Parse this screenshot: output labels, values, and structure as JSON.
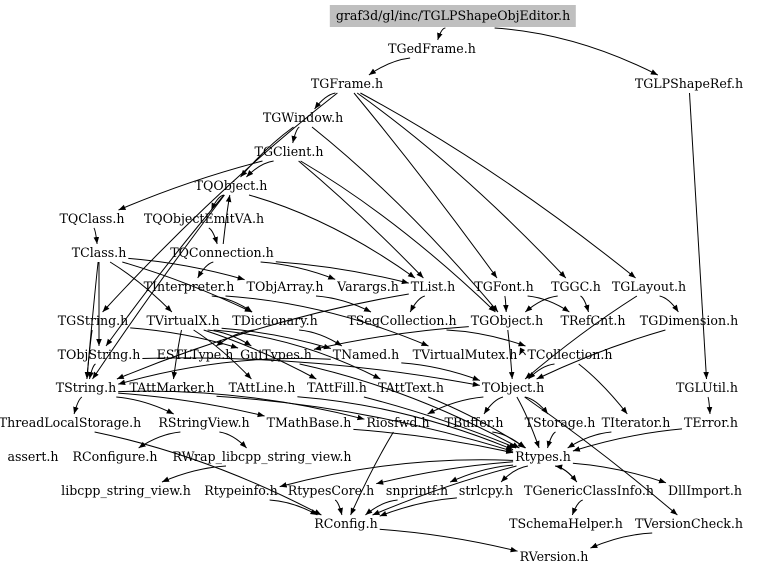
{
  "graph": {
    "colors": {
      "root_fill": "#bfbfbf",
      "edge": "#000000",
      "text": "#000000",
      "background": "#ffffff"
    },
    "nodes": [
      {
        "id": "root",
        "label": "graf3d/gl/inc/TGLPShapeObjEditor.h"
      },
      {
        "id": "TGedFrame",
        "label": "TGedFrame.h"
      },
      {
        "id": "TGFrame",
        "label": "TGFrame.h"
      },
      {
        "id": "TGLPShapeRef",
        "label": "TGLPShapeRef.h"
      },
      {
        "id": "TGWindow",
        "label": "TGWindow.h"
      },
      {
        "id": "TGClient",
        "label": "TGClient.h"
      },
      {
        "id": "TQObject",
        "label": "TQObject.h"
      },
      {
        "id": "TQClass",
        "label": "TQClass.h"
      },
      {
        "id": "TQObjectEmitVA",
        "label": "TQObjectEmitVA.h"
      },
      {
        "id": "TClass",
        "label": "TClass.h"
      },
      {
        "id": "TQConnection",
        "label": "TQConnection.h"
      },
      {
        "id": "TInterpreter",
        "label": "TInterpreter.h"
      },
      {
        "id": "TObjArray",
        "label": "TObjArray.h"
      },
      {
        "id": "Varargs",
        "label": "Varargs.h"
      },
      {
        "id": "TList",
        "label": "TList.h"
      },
      {
        "id": "TGFont",
        "label": "TGFont.h"
      },
      {
        "id": "TGGC",
        "label": "TGGC.h"
      },
      {
        "id": "TGLayout",
        "label": "TGLayout.h"
      },
      {
        "id": "TGString",
        "label": "TGString.h"
      },
      {
        "id": "TVirtualX",
        "label": "TVirtualX.h"
      },
      {
        "id": "TDictionary",
        "label": "TDictionary.h"
      },
      {
        "id": "TSeqCollection",
        "label": "TSeqCollection.h"
      },
      {
        "id": "TGObject",
        "label": "TGObject.h"
      },
      {
        "id": "TRefCnt",
        "label": "TRefCnt.h"
      },
      {
        "id": "TGDimension",
        "label": "TGDimension.h"
      },
      {
        "id": "TObjString",
        "label": "TObjString.h"
      },
      {
        "id": "ESTLType",
        "label": "ESTLType.h"
      },
      {
        "id": "GuiTypes",
        "label": "GuiTypes.h"
      },
      {
        "id": "TNamed",
        "label": "TNamed.h"
      },
      {
        "id": "TVirtualMutex",
        "label": "TVirtualMutex.h"
      },
      {
        "id": "TCollection",
        "label": "TCollection.h"
      },
      {
        "id": "TString",
        "label": "TString.h"
      },
      {
        "id": "TAttMarker",
        "label": "TAttMarker.h"
      },
      {
        "id": "TAttLine",
        "label": "TAttLine.h"
      },
      {
        "id": "TAttFill",
        "label": "TAttFill.h"
      },
      {
        "id": "TAttText",
        "label": "TAttText.h"
      },
      {
        "id": "TObject",
        "label": "TObject.h"
      },
      {
        "id": "TGLUtil",
        "label": "TGLUtil.h"
      },
      {
        "id": "ThreadLocalStorage",
        "label": "ThreadLocalStorage.h"
      },
      {
        "id": "RStringView",
        "label": "RStringView.h"
      },
      {
        "id": "TMathBase",
        "label": "TMathBase.h"
      },
      {
        "id": "Riosfwd",
        "label": "Riosfwd.h"
      },
      {
        "id": "TBuffer",
        "label": "TBuffer.h"
      },
      {
        "id": "TStorage",
        "label": "TStorage.h"
      },
      {
        "id": "TIterator",
        "label": "TIterator.h"
      },
      {
        "id": "TError",
        "label": "TError.h"
      },
      {
        "id": "assert",
        "label": "assert.h"
      },
      {
        "id": "RConfigure",
        "label": "RConfigure.h"
      },
      {
        "id": "RWrap",
        "label": "RWrap_libcpp_string_view.h"
      },
      {
        "id": "Rtypes",
        "label": "Rtypes.h"
      },
      {
        "id": "libcpp",
        "label": "libcpp_string_view.h"
      },
      {
        "id": "Rtypeinfo",
        "label": "Rtypeinfo.h"
      },
      {
        "id": "RtypesCore",
        "label": "RtypesCore.h"
      },
      {
        "id": "snprintf",
        "label": "snprintf.h"
      },
      {
        "id": "strlcpy",
        "label": "strlcpy.h"
      },
      {
        "id": "TGenericClassInfo",
        "label": "TGenericClassInfo.h"
      },
      {
        "id": "DllImport",
        "label": "DllImport.h"
      },
      {
        "id": "RConfig",
        "label": "RConfig.h"
      },
      {
        "id": "TSchemaHelper",
        "label": "TSchemaHelper.h"
      },
      {
        "id": "TVersionCheck",
        "label": "TVersionCheck.h"
      },
      {
        "id": "RVersion",
        "label": "RVersion.h"
      }
    ],
    "edges": [
      [
        "root",
        "TGedFrame"
      ],
      [
        "root",
        "TGLPShapeRef"
      ],
      [
        "TGedFrame",
        "TGFrame"
      ],
      [
        "TGFrame",
        "TGWindow"
      ],
      [
        "TGFrame",
        "TGFont"
      ],
      [
        "TGFrame",
        "TGGC"
      ],
      [
        "TGFrame",
        "TGLayout"
      ],
      [
        "TGFrame",
        "TGString"
      ],
      [
        "TGWindow",
        "TGClient"
      ],
      [
        "TGWindow",
        "TGObject"
      ],
      [
        "TGWindow",
        "TQObject"
      ],
      [
        "TGClient",
        "TQObject"
      ],
      [
        "TGClient",
        "TList"
      ],
      [
        "TGClient",
        "TGObject"
      ],
      [
        "TGClient",
        "TQClass"
      ],
      [
        "TQObject",
        "TQObjectEmitVA"
      ],
      [
        "TQObject",
        "TList"
      ],
      [
        "TQObject",
        "TString"
      ],
      [
        "TQObject",
        "TObjString"
      ],
      [
        "TQObjectEmitVA",
        "TQConnection"
      ],
      [
        "TQClass",
        "TClass"
      ],
      [
        "TQConnection",
        "TQObject"
      ],
      [
        "TQConnection",
        "TInterpreter"
      ],
      [
        "TQConnection",
        "TList"
      ],
      [
        "TQConnection",
        "Varargs"
      ],
      [
        "TClass",
        "TDictionary"
      ],
      [
        "TClass",
        "TObjArray"
      ],
      [
        "TClass",
        "TObjString"
      ],
      [
        "TClass",
        "TString"
      ],
      [
        "TClass",
        "TVirtualX"
      ],
      [
        "TInterpreter",
        "TDictionary"
      ],
      [
        "TInterpreter",
        "TVirtualMutex"
      ],
      [
        "TObjArray",
        "TSeqCollection"
      ],
      [
        "TList",
        "TSeqCollection"
      ],
      [
        "TList",
        "TString"
      ],
      [
        "TSeqCollection",
        "TCollection"
      ],
      [
        "TGFont",
        "TGObject"
      ],
      [
        "TGFont",
        "TRefCnt"
      ],
      [
        "TGGC",
        "TGObject"
      ],
      [
        "TGGC",
        "TRefCnt"
      ],
      [
        "TGLayout",
        "TGDimension"
      ],
      [
        "TGLayout",
        "TObject"
      ],
      [
        "TGString",
        "TString"
      ],
      [
        "TGString",
        "GuiTypes"
      ],
      [
        "TVirtualX",
        "GuiTypes"
      ],
      [
        "TVirtualX",
        "TNamed"
      ],
      [
        "TVirtualX",
        "TAttMarker"
      ],
      [
        "TVirtualX",
        "TAttLine"
      ],
      [
        "TVirtualX",
        "TAttFill"
      ],
      [
        "TVirtualX",
        "TAttText"
      ],
      [
        "TDictionary",
        "TNamed"
      ],
      [
        "TDictionary",
        "ESTLType"
      ],
      [
        "TGObject",
        "TObject"
      ],
      [
        "TGObject",
        "GuiTypes"
      ],
      [
        "TGDimension",
        "TObject"
      ],
      [
        "TObjString",
        "TString"
      ],
      [
        "TObjString",
        "TObject"
      ],
      [
        "GuiTypes",
        "Rtypes"
      ],
      [
        "TNamed",
        "TString"
      ],
      [
        "TNamed",
        "TObject"
      ],
      [
        "TCollection",
        "TObject"
      ],
      [
        "TCollection",
        "TIterator"
      ],
      [
        "TCollection",
        "TVirtualMutex"
      ],
      [
        "TString",
        "ThreadLocalStorage"
      ],
      [
        "TString",
        "RStringView"
      ],
      [
        "TString",
        "TMathBase"
      ],
      [
        "TString",
        "Riosfwd"
      ],
      [
        "TAttMarker",
        "Rtypes"
      ],
      [
        "TAttLine",
        "Rtypes"
      ],
      [
        "TAttFill",
        "Rtypes"
      ],
      [
        "TAttText",
        "Rtypes"
      ],
      [
        "TObject",
        "Riosfwd"
      ],
      [
        "TObject",
        "TBuffer"
      ],
      [
        "TObject",
        "TStorage"
      ],
      [
        "TObject",
        "Rtypes"
      ],
      [
        "TObject",
        "TVersionCheck"
      ],
      [
        "TGLUtil",
        "TError"
      ],
      [
        "TGLPShapeRef",
        "TGLUtil"
      ],
      [
        "ThreadLocalStorage",
        "RConfig"
      ],
      [
        "RStringView",
        "RConfigure"
      ],
      [
        "RStringView",
        "RWrap"
      ],
      [
        "RWrap",
        "libcpp"
      ],
      [
        "TMathBase",
        "Rtypes"
      ],
      [
        "Riosfwd",
        "RConfig"
      ],
      [
        "TBuffer",
        "Rtypes"
      ],
      [
        "TStorage",
        "Rtypes"
      ],
      [
        "TIterator",
        "Rtypes"
      ],
      [
        "TError",
        "Rtypes"
      ],
      [
        "Rtypes",
        "Rtypeinfo"
      ],
      [
        "Rtypes",
        "RtypesCore"
      ],
      [
        "Rtypes",
        "snprintf"
      ],
      [
        "Rtypes",
        "strlcpy"
      ],
      [
        "Rtypes",
        "TGenericClassInfo"
      ],
      [
        "Rtypes",
        "DllImport"
      ],
      [
        "Rtypes",
        "RConfig"
      ],
      [
        "Rtypeinfo",
        "RConfig"
      ],
      [
        "RtypesCore",
        "RConfig"
      ],
      [
        "snprintf",
        "RConfig"
      ],
      [
        "strlcpy",
        "RConfig"
      ],
      [
        "TGenericClassInfo",
        "TSchemaHelper"
      ],
      [
        "TGenericClassInfo",
        "Rtypes"
      ],
      [
        "RConfig",
        "RVersion"
      ],
      [
        "TVersionCheck",
        "RVersion"
      ]
    ]
  }
}
